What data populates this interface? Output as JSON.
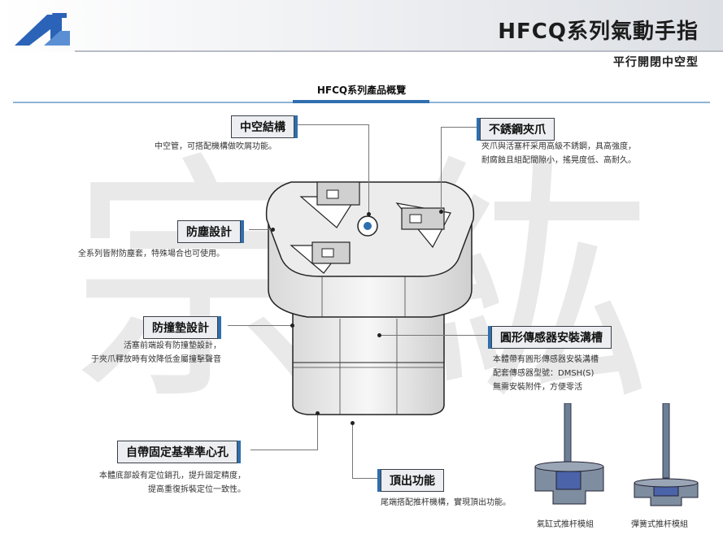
{
  "header": {
    "title": "HFCQ系列氣動手指",
    "subtitle": "平行開閉中空型"
  },
  "section": {
    "title": "HFCQ系列產品概覽"
  },
  "watermark": [
    "宗",
    "紘"
  ],
  "features": {
    "hollow": {
      "label": "中空結構",
      "lines": [
        "中空管，可搭配機構做吹屑功能。"
      ]
    },
    "claw": {
      "label": "不銹鋼夾爪",
      "lines": [
        "夾爪與活塞杆采用高級不銹鋼，具高強度，",
        "耐腐蝕且組配間隙小，搖晃度低、高耐久。"
      ]
    },
    "dust": {
      "label": "防塵設計",
      "lines": [
        "全系列皆附防塵套，特殊場合也可使用。"
      ]
    },
    "bumper": {
      "label": "防撞墊設計",
      "lines": [
        "活塞前端設有防撞墊設計，",
        "于夾爪釋放時有效降低金屬撞擊聲音"
      ]
    },
    "groove": {
      "label": "圓形傳感器安裝溝槽",
      "lines": [
        "本體帶有圓形傳感器安裝溝槽",
        "配套傳感器型號：DMSH(S)",
        "無需安裝附件，方便零活"
      ]
    },
    "datum": {
      "label": "自帶固定基準準心孔",
      "lines": [
        "本體底部設有定位銷孔，提升固定精度，",
        "提高重復拆裝定位一致性。"
      ]
    },
    "eject": {
      "label": "頂出功能",
      "lines": [
        "尾端搭配推杆機構，實現頂出功能。"
      ]
    }
  },
  "modules": {
    "pneumatic": "氣缸式推杆模組",
    "spring": "彈簧式推杆模組"
  },
  "colors": {
    "accent": "#2f6fae",
    "logo": "#2a63b8"
  }
}
